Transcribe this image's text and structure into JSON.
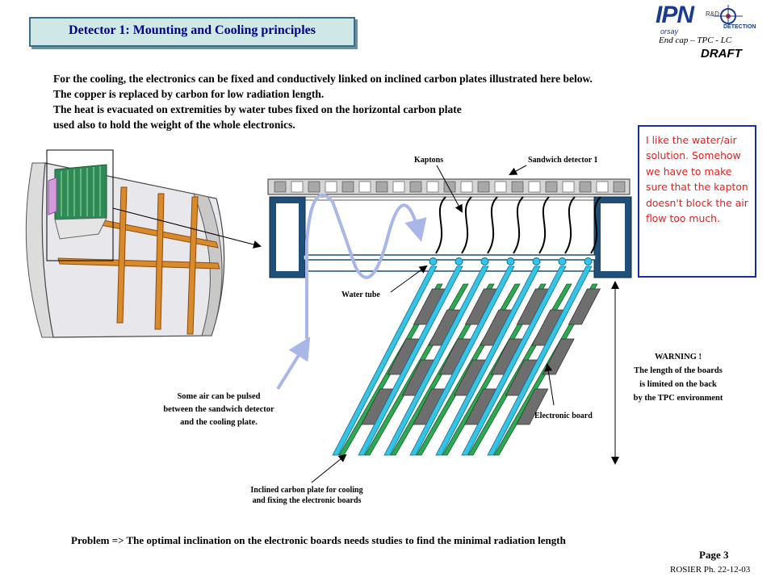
{
  "header": {
    "title": "Detector 1: Mounting and Cooling principles",
    "logo_text": "IPN",
    "logo_sub": "orsay",
    "logo_rd": "R&D",
    "logo_detection": "DETECTION",
    "subtitle": "End cap – TPC - LC",
    "draft_label": "DRAFT"
  },
  "intro": {
    "lines": [
      "For the cooling, the electronics can be fixed and conductively linked on inclined carbon plates illustrated here below.",
      "The copper is replaced by carbon for low radiation length.",
      "The heat is evacuated on extremities by water tubes fixed on the horizontal carbon plate",
      "used also to hold the weight of the whole electronics."
    ]
  },
  "comment": {
    "text": "I like the water/air solution. Somehow we have to make sure that the kapton doesn't block the air flow too much."
  },
  "diagram": {
    "labels": {
      "kaptons": "Kaptons",
      "sandwich": "Sandwich detector 1",
      "water_tube": "Water tube",
      "electronic_board": "Electronic board"
    },
    "warning": {
      "line1": "WARNING  !",
      "line2": "The length of the boards",
      "line3": "is limited on the back",
      "line4": "by the TPC environment"
    },
    "air_note": {
      "line1": "Some air can be pulsed",
      "line2": "between the sandwich detector",
      "line3": "and the cooling plate."
    },
    "plate_note": {
      "line1": "Inclined carbon plate  for cooling",
      "line2": "and fixing the electronic boards"
    },
    "colors": {
      "frame": "#1f4e79",
      "water_tube": "#36c3e6",
      "board": "#6e6e6e",
      "carbon_plate": "#2fa84f",
      "air_arrow": "#a9b6e8",
      "comment_border": "#1a2f9e",
      "comment_text": "#e02020",
      "title_bg": "#cfe8e6"
    }
  },
  "footer": {
    "problem": "Problem => The optimal inclination on the electronic boards needs studies to find the minimal radiation length",
    "page": "Page 3",
    "author": "ROSIER Ph. 22-12-03"
  }
}
